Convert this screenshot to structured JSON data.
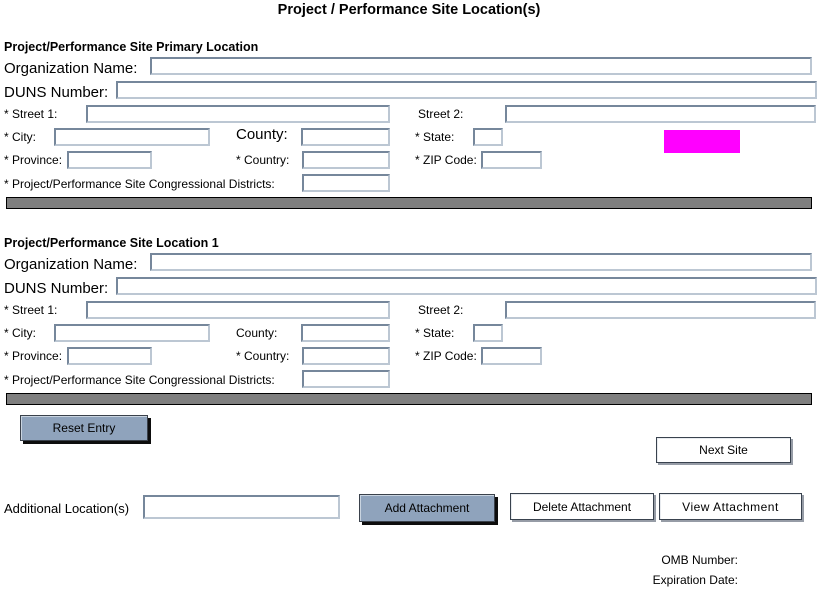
{
  "title": "Project / Performance Site Location(s)",
  "colors": {
    "highlight_box": "#FF00FF",
    "button_blue": "#8FA3BC",
    "divider_gray": "#7F7F7F",
    "field_border": "#76879B"
  },
  "sections": [
    {
      "header": "Project/Performance Site Primary Location",
      "labels": {
        "organization_name": "Organization Name:",
        "duns": "DUNS Number:",
        "street1": "* Street 1:",
        "street2": "Street 2:",
        "city": "* City:",
        "county": "County:",
        "state": "* State:",
        "province": "* Province:",
        "country": "* Country:",
        "zip": "* ZIP Code:",
        "congressional": "* Project/Performance Site Congressional Districts:"
      },
      "values": {
        "organization_name": "",
        "duns": "",
        "street1": "",
        "street2": "",
        "city": "",
        "county": "",
        "state": "",
        "province": "",
        "country": "",
        "zip": "",
        "congressional": ""
      }
    },
    {
      "header": "Project/Performance Site Location 1",
      "labels": {
        "organization_name": "Organization Name:",
        "duns": "DUNS Number:",
        "street1": "* Street 1:",
        "street2": "Street 2:",
        "city": "* City:",
        "county": "County:",
        "state": "* State:",
        "province": "* Province:",
        "country": "* Country:",
        "zip": "* ZIP Code:",
        "congressional": "* Project/Performance Site Congressional Districts:"
      },
      "values": {
        "organization_name": "",
        "duns": "",
        "street1": "",
        "street2": "",
        "city": "",
        "county": "",
        "state": "",
        "province": "",
        "country": "",
        "zip": "",
        "congressional": ""
      }
    }
  ],
  "buttons": {
    "reset_entry": "Reset Entry",
    "next_site": "Next Site",
    "add_attachment": "Add Attachment",
    "delete_attachment": "Delete Attachment",
    "view_attachment": "View Attachment"
  },
  "footer": {
    "additional_locations_label": "Additional Location(s)",
    "additional_locations_value": "",
    "omb_number": "OMB Number:",
    "expiration_date": "Expiration Date:"
  }
}
